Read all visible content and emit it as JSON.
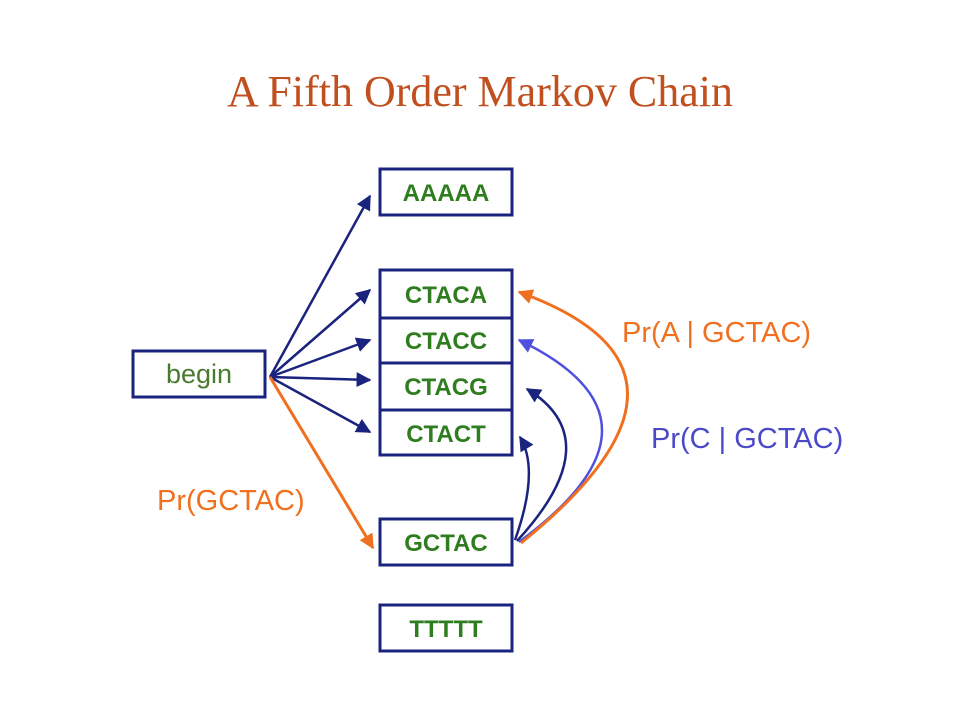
{
  "title": "A Fifth Order Markov Chain",
  "colors": {
    "title": "#C0501F",
    "box_border": "#1A237E",
    "state_text": "#2E7D1E",
    "begin_text": "#4A7A2E",
    "navy_arrow": "#1A237E",
    "orange_arrow": "#F07020",
    "blue_arrow": "#5050E0",
    "orange_label": "#F07020",
    "blue_label": "#4A4AC8"
  },
  "begin_state": "begin",
  "states": [
    "AAAAA",
    "CTACA",
    "CTACC",
    "CTACG",
    "CTACT",
    "GCTAC",
    "TTTTT"
  ],
  "begin_transitions": [
    "AAAAA",
    "CTACA",
    "CTACC",
    "CTACG",
    "CTACT",
    "GCTAC"
  ],
  "gctac_transitions": [
    "CTACA",
    "CTACC",
    "CTACG",
    "CTACT"
  ],
  "labels": {
    "begin_to_gctac": "Pr(GCTAC)",
    "gctac_to_ctaca": "Pr(A | GCTAC)",
    "gctac_to_ctacc": "Pr(C | GCTAC)"
  }
}
